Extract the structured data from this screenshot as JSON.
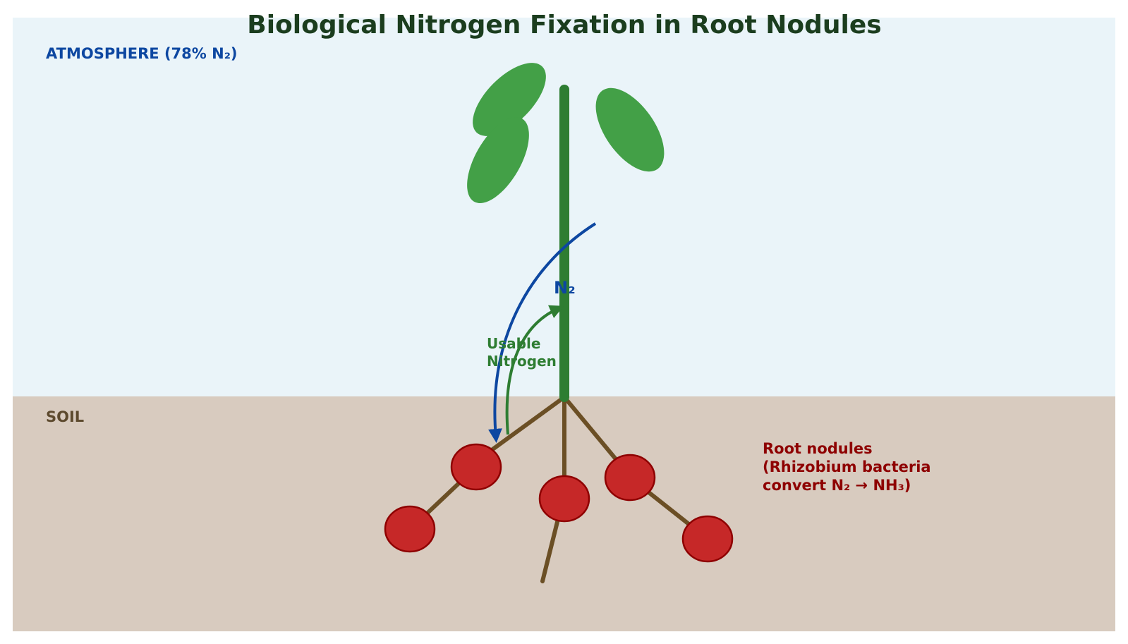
{
  "title": "Biological Nitrogen Fixation in Root Nodules",
  "atmosphere_label": "ATMOSPHERE (78% N₂)",
  "soil_label": "SOIL",
  "n2_label": "N₂",
  "usable_nitrogen_label": [
    "Usable",
    "Nitrogen"
  ],
  "nodules_label": [
    "Root nodules",
    "(Rhizobium bacteria",
    "convert N₂ → NH₃)"
  ],
  "colors": {
    "sky": "#eaf4f9",
    "soil": "#d8cbbf",
    "title": "#1b3d1e",
    "atmosphere_text": "#0d47a1",
    "soil_text": "#5d4a2e",
    "stem": "#2e7d32",
    "leaf": "#43a047",
    "root": "#6b4f25",
    "nodule_fill": "#c62828",
    "nodule_stroke": "#8e0000",
    "n2_arrow": "#0d47a1",
    "usable_arrow": "#2e7d32",
    "nodule_text": "#8e0000"
  }
}
